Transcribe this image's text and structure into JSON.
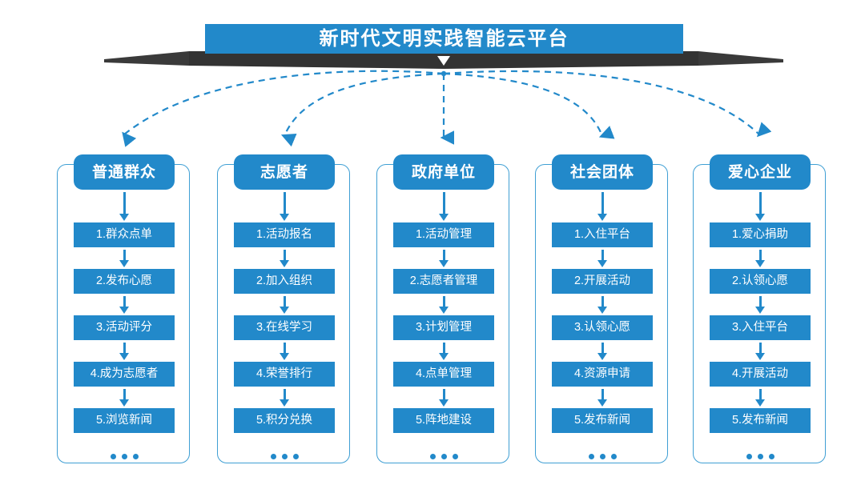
{
  "banner": {
    "title": "新时代文明实践智能云平台",
    "chevron_icon": "chevron-down-icon",
    "bar_color": "#2289ca",
    "ribbon_color": "#333333"
  },
  "theme": {
    "accent": "#2289ca",
    "outline": "#3f9fd4",
    "text_on_accent": "#ffffff",
    "background": "#ffffff"
  },
  "connectors": {
    "style": "dashed-curved-arrow",
    "color": "#2289ca",
    "origin_label": "新时代文明实践智能云平台",
    "count": 5
  },
  "columns": [
    {
      "header": "普通群众",
      "items": [
        "1.群众点单",
        "2.发布心愿",
        "3.活动评分",
        "4.成为志愿者",
        "5.浏览新闻"
      ],
      "more": "..."
    },
    {
      "header": "志愿者",
      "items": [
        "1.活动报名",
        "2.加入组织",
        "3.在线学习",
        "4.荣誉排行",
        "5.积分兑换"
      ],
      "more": "..."
    },
    {
      "header": "政府单位",
      "items": [
        "1.活动管理",
        "2.志愿者管理",
        "3.计划管理",
        "4.点单管理",
        "5.阵地建设"
      ],
      "more": "..."
    },
    {
      "header": "社会团体",
      "items": [
        "1.入住平台",
        "2.开展活动",
        "3.认领心愿",
        "4.资源申请",
        "5.发布新闻"
      ],
      "more": "..."
    },
    {
      "header": "爱心企业",
      "items": [
        "1.爱心捐助",
        "2.认领心愿",
        "3.入住平台",
        "4.开展活动",
        "5.发布新闻"
      ],
      "more": "..."
    }
  ]
}
